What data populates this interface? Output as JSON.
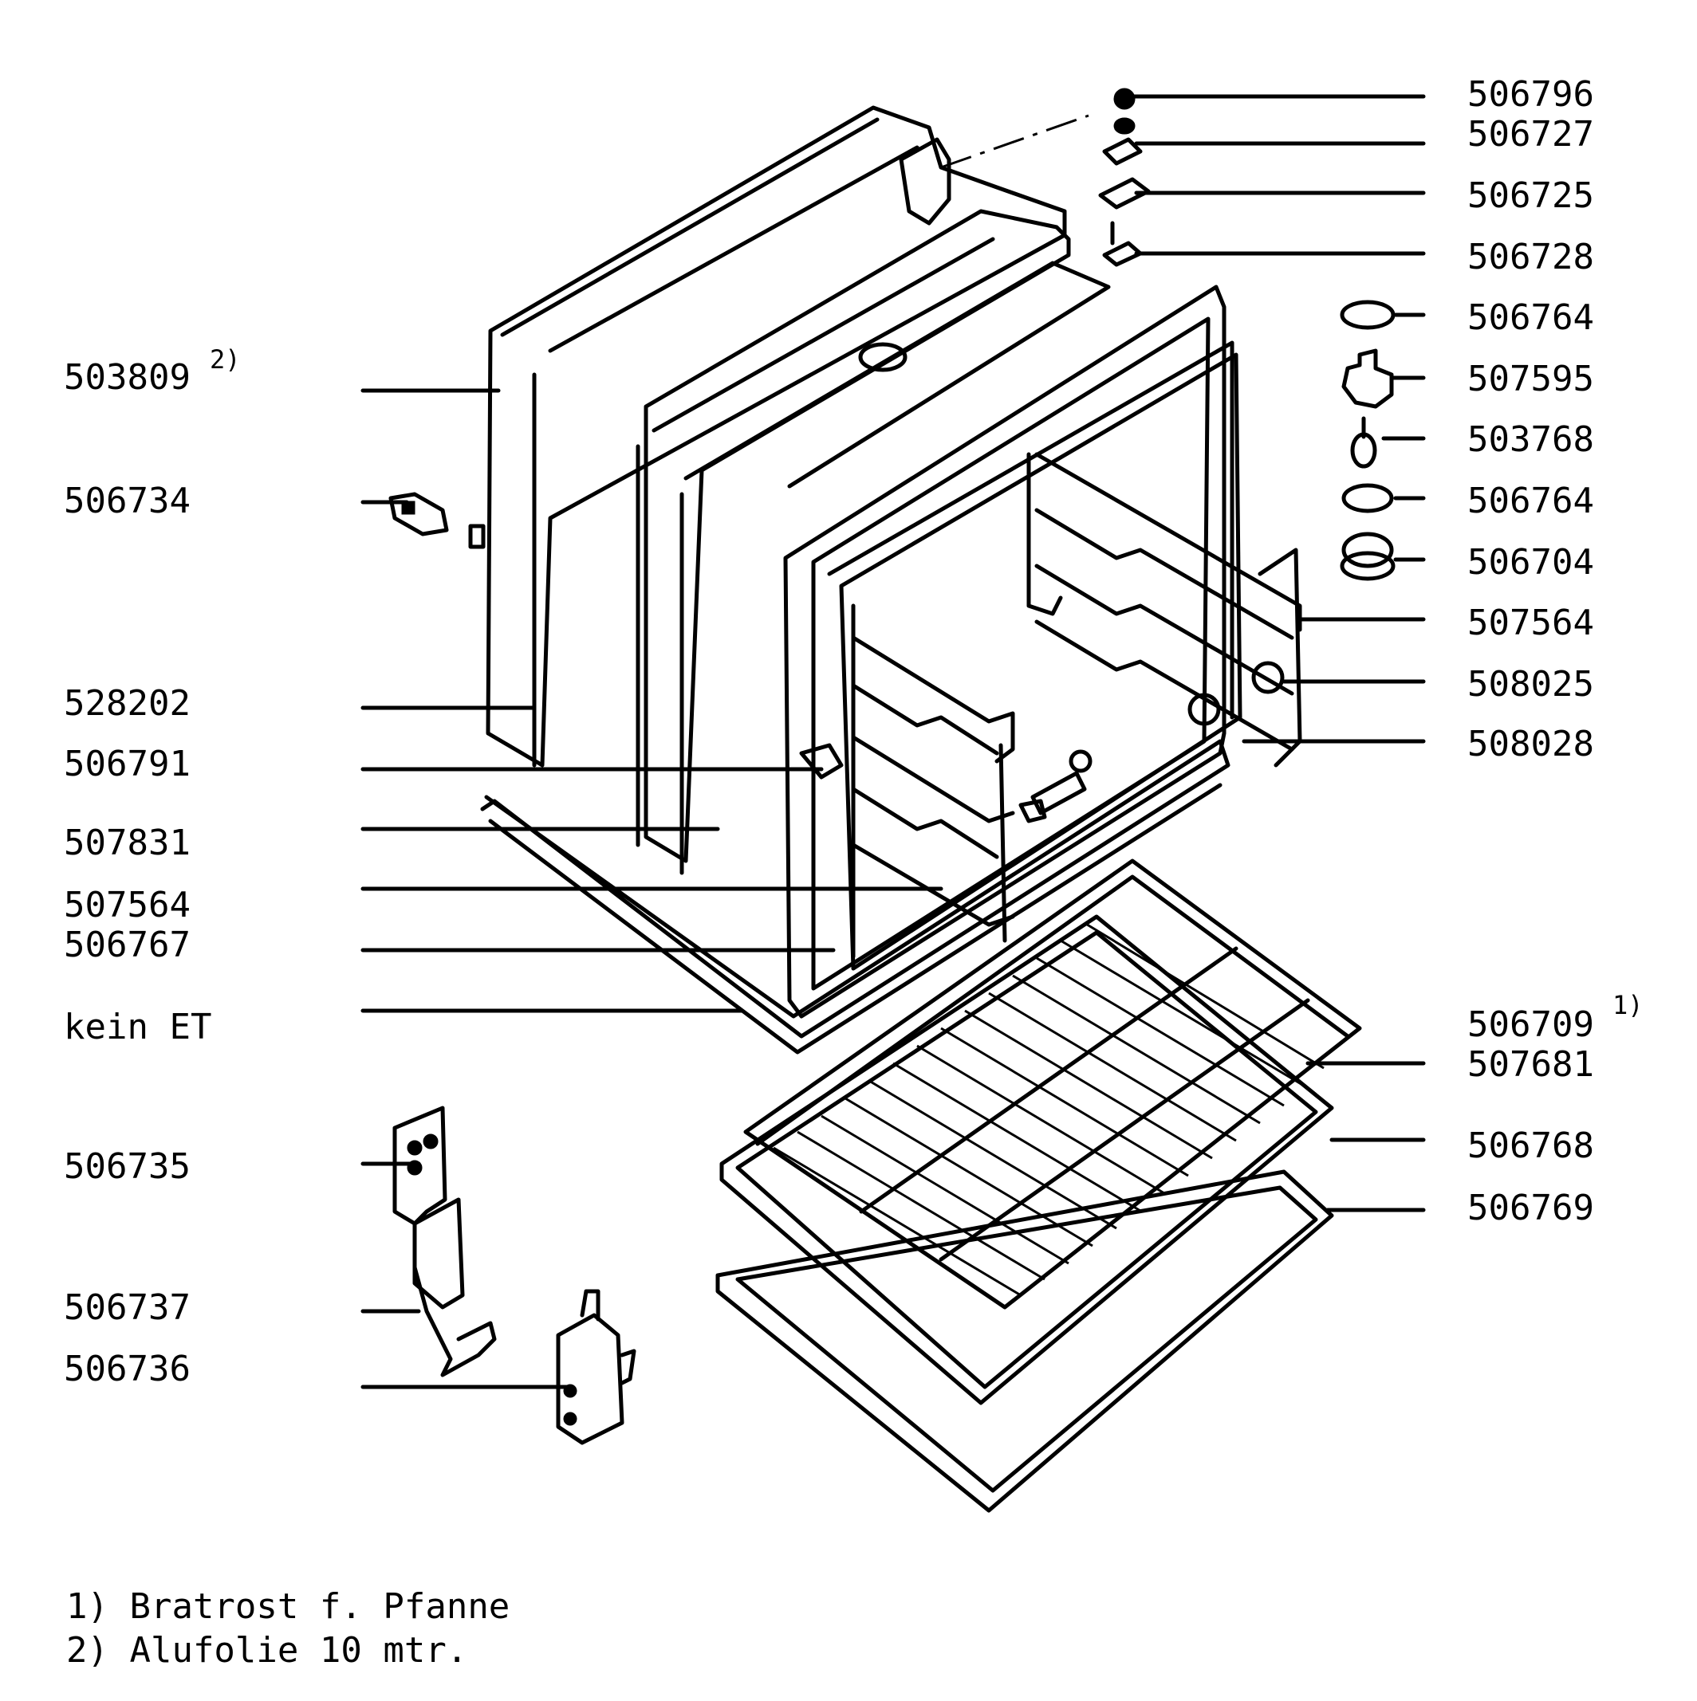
{
  "labels_left": [
    {
      "id": "503809",
      "text": "503809",
      "sup": "2)"
    },
    {
      "id": "506734",
      "text": "506734"
    },
    {
      "id": "528202",
      "text": "528202"
    },
    {
      "id": "506791",
      "text": "506791"
    },
    {
      "id": "507831",
      "text": "507831"
    },
    {
      "id": "507564a",
      "text": "507564"
    },
    {
      "id": "506767",
      "text": "506767"
    },
    {
      "id": "kein-et",
      "text": "kein ET"
    },
    {
      "id": "506735",
      "text": "506735"
    },
    {
      "id": "506737",
      "text": "506737"
    },
    {
      "id": "506736",
      "text": "506736"
    }
  ],
  "labels_right": [
    {
      "id": "506796",
      "text": "506796"
    },
    {
      "id": "506727",
      "text": "506727"
    },
    {
      "id": "506725",
      "text": "506725"
    },
    {
      "id": "506728",
      "text": "506728"
    },
    {
      "id": "506764a",
      "text": "506764"
    },
    {
      "id": "507595",
      "text": "507595"
    },
    {
      "id": "503768",
      "text": "503768"
    },
    {
      "id": "506764b",
      "text": "506764"
    },
    {
      "id": "506704",
      "text": "506704"
    },
    {
      "id": "507564b",
      "text": "507564"
    },
    {
      "id": "508025",
      "text": "508025"
    },
    {
      "id": "508028",
      "text": "508028"
    },
    {
      "id": "506709",
      "text": "506709",
      "sup": "1)"
    },
    {
      "id": "507681",
      "text": "507681"
    },
    {
      "id": "506768",
      "text": "506768"
    },
    {
      "id": "506769",
      "text": "506769"
    }
  ],
  "footnotes": [
    "1) Bratrost f. Pfanne",
    "2) Alufolie 10 mtr."
  ]
}
